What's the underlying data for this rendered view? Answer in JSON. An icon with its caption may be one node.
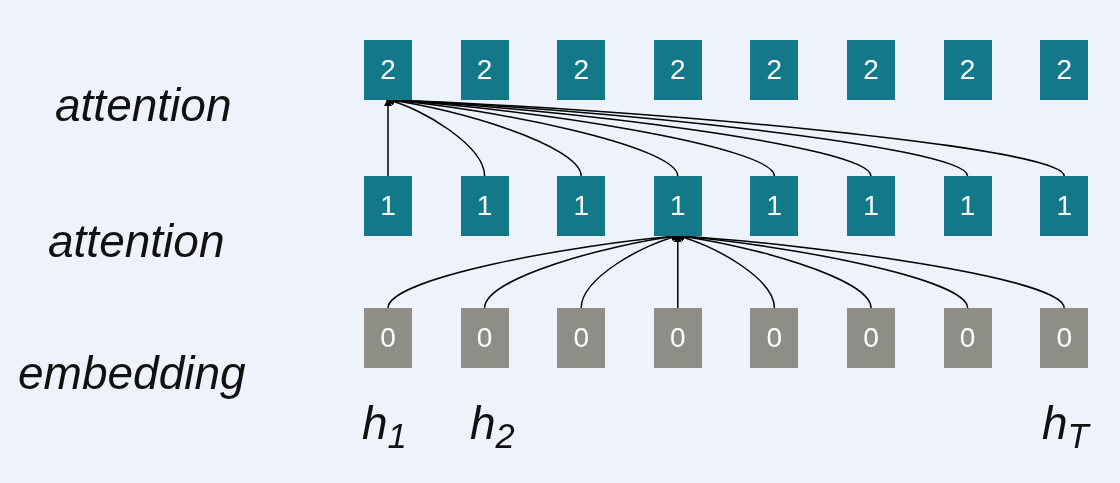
{
  "diagram": {
    "nodes": [
      {
        "text": [
          "2"
        ]
      },
      {
        "text": [
          "2"
        ]
      },
      {
        "text": [
          "2"
        ]
      },
      {
        "text": [
          "2"
        ]
      },
      {
        "text": [
          "2"
        ]
      },
      {
        "text": [
          "2"
        ]
      },
      {
        "text": [
          "2"
        ]
      },
      {
        "text": [
          "2"
        ]
      },
      {
        "text": [
          "1"
        ]
      },
      {
        "text": [
          "1"
        ]
      },
      {
        "text": [
          "1"
        ]
      },
      {
        "text": [
          "1"
        ]
      },
      {
        "text": [
          "1"
        ]
      },
      {
        "text": [
          "1"
        ]
      },
      {
        "text": [
          "1"
        ]
      },
      {
        "text": [
          "1"
        ]
      },
      {
        "text": [
          "0"
        ]
      },
      {
        "text": [
          "0"
        ]
      },
      {
        "text": [
          "0"
        ]
      },
      {
        "text": [
          "0"
        ]
      },
      {
        "text": [
          "0"
        ]
      },
      {
        "text": [
          "0"
        ]
      },
      {
        "text": [
          "0"
        ]
      },
      {
        "text": [
          "0"
        ]
      }
    ],
    "edges": [
      {
        "from": 8,
        "to": 0,
        "arrow": "to"
      },
      {
        "from": 9,
        "to": 0,
        "arrow": "to"
      },
      {
        "from": 10,
        "to": 0,
        "arrow": "to"
      },
      {
        "from": 11,
        "to": 0,
        "arrow": "to"
      },
      {
        "from": 12,
        "to": 0,
        "arrow": "to"
      },
      {
        "from": 13,
        "to": 0,
        "arrow": "to"
      },
      {
        "from": 14,
        "to": 0,
        "arrow": "to"
      },
      {
        "from": 15,
        "to": 0,
        "arrow": "to"
      },
      {
        "from": 16,
        "to": 11,
        "arrow": "to"
      },
      {
        "from": 17,
        "to": 11,
        "arrow": "to"
      },
      {
        "from": 18,
        "to": 11,
        "arrow": "to"
      },
      {
        "from": 19,
        "to": 11,
        "arrow": "to"
      },
      {
        "from": 20,
        "to": 11,
        "arrow": "to"
      },
      {
        "from": 21,
        "to": 11,
        "arrow": "to"
      },
      {
        "from": 22,
        "to": 11,
        "arrow": "to"
      },
      {
        "from": 23,
        "to": 11,
        "arrow": "to"
      }
    ],
    "labels": [
      "attention",
      "attention",
      "embedding",
      "h$_{1}$",
      "h$_{2}$",
      "h$_{T}$"
    ]
  }
}
